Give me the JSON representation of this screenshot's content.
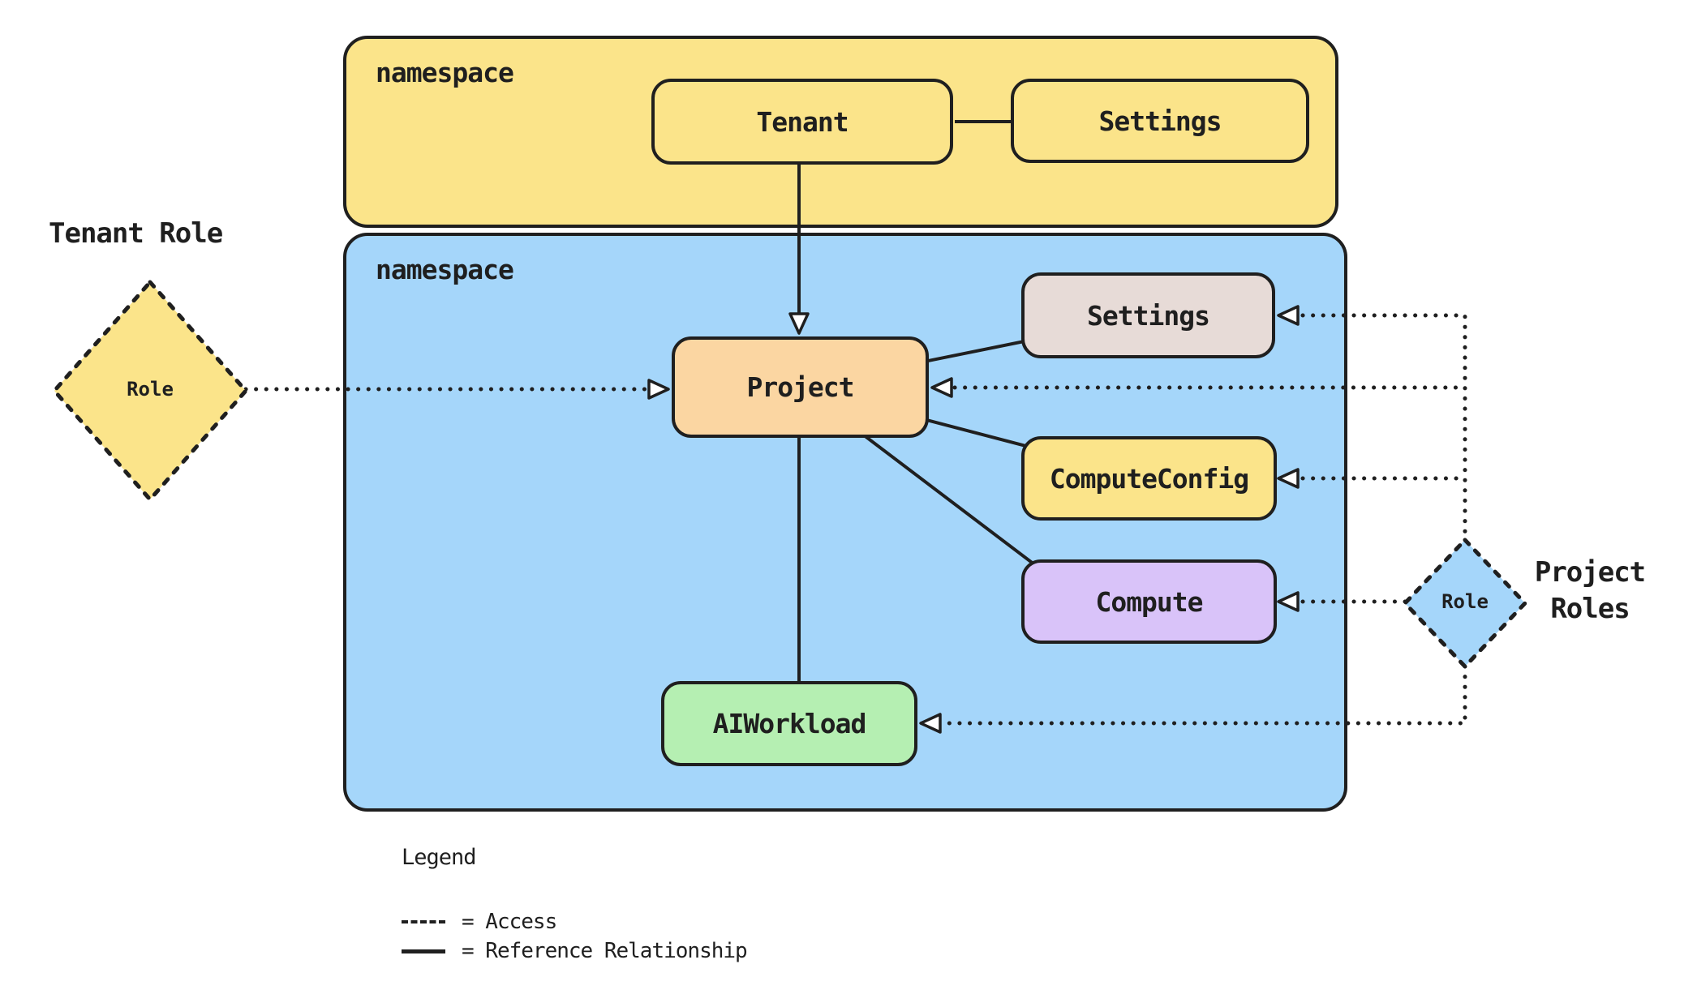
{
  "diagram": {
    "tenant_namespace": {
      "label": "namespace",
      "tenant": "Tenant",
      "settings": "Settings"
    },
    "project_namespace": {
      "label": "namespace",
      "project": "Project",
      "settings": "Settings",
      "compute_config": "ComputeConfig",
      "compute": "Compute",
      "ai_workload": "AIWorkload"
    },
    "tenant_role": {
      "title": "Tenant Role",
      "node_label": "Role"
    },
    "project_roles": {
      "title_line1": "Project",
      "title_line2": "Roles",
      "node_label": "Role"
    },
    "legend": {
      "title": "Legend",
      "access_label": "= Access",
      "reference_label": "= Reference Relationship"
    },
    "edge_types": {
      "dotted": "Access",
      "solid": "Reference Relationship"
    },
    "colors": {
      "line": "#1f1f1f",
      "namespace_yellow": "#fbe48a",
      "namespace_blue": "#a5d6fa",
      "project_orange": "#fbd6a2",
      "settings_gray": "#e7dbd7",
      "config_yellow": "#fbe48a",
      "compute_purple": "#d9c3f9",
      "workload_green": "#b5efb2",
      "role_yellow": "#fbe48a",
      "role_blue": "#a5d6fa"
    }
  }
}
